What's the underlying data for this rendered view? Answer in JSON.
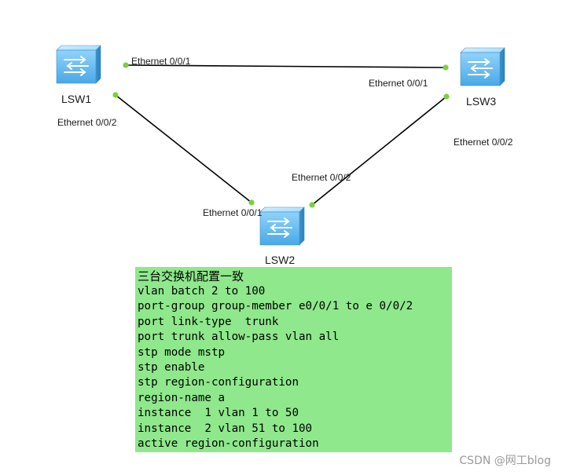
{
  "devices": {
    "lsw1": {
      "name": "LSW1",
      "icon": "switch-icon"
    },
    "lsw2": {
      "name": "LSW2",
      "icon": "switch-icon"
    },
    "lsw3": {
      "name": "LSW3",
      "icon": "switch-icon"
    }
  },
  "links": {
    "lsw1_lsw3": {
      "port_a": "Ethernet 0/0/1",
      "port_b": "Ethernet 0/0/1"
    },
    "lsw1_lsw2": {
      "port_a": "Ethernet 0/0/2",
      "port_b": "Ethernet 0/0/1"
    },
    "lsw3_lsw2": {
      "port_a": "Ethernet 0/0/2",
      "port_b": "Ethernet 0/0/2"
    }
  },
  "config": {
    "title": "三台交换机配置一致",
    "lines": [
      "vlan batch 2 to 100",
      "port-group group-member e0/0/1 to e 0/0/2",
      "port link-type  trunk",
      "port trunk allow-pass vlan all",
      "stp mode mstp",
      "stp enable",
      "stp region-configuration",
      "region-name a",
      "instance  1 vlan 1 to 50",
      "instance  2 vlan 51 to 100",
      "active region-configuration"
    ]
  },
  "watermark": "CSDN @网工blog",
  "colors": {
    "link": "#000000",
    "port_dot": "#7bd13a",
    "config_bg": "#8fe88c",
    "switch_body": "#5bb8f0"
  }
}
